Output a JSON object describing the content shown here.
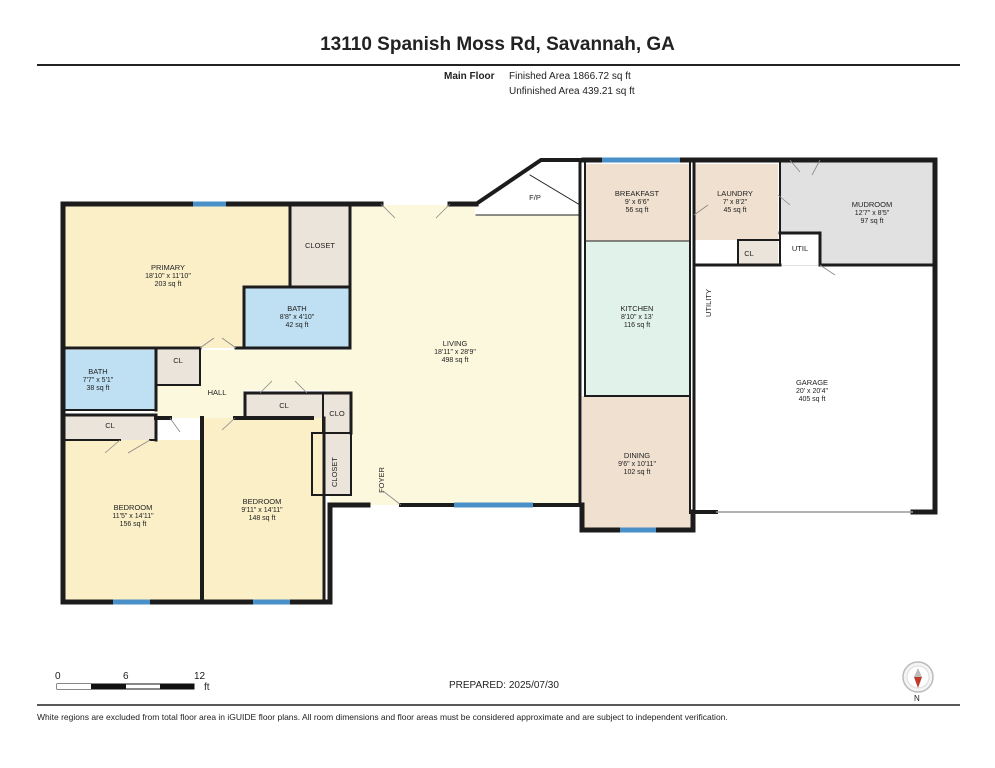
{
  "title": "13110 Spanish Moss Rd, Savannah, GA",
  "floor": {
    "name": "Main Floor",
    "finished": "Finished Area 1866.72 sq ft",
    "unfinished": "Unfinished Area 439.21 sq ft"
  },
  "rooms": {
    "primary": {
      "name": "PRIMARY",
      "dims": "18'10\" x 11'10\"",
      "area": "203 sq ft"
    },
    "bath1": {
      "name": "BATH",
      "dims": "8'8\" x 4'10\"",
      "area": "42 sq ft"
    },
    "bath2": {
      "name": "BATH",
      "dims": "7'7\" x 5'1\"",
      "area": "38 sq ft"
    },
    "living": {
      "name": "LIVING",
      "dims": "18'11\" x 28'9\"",
      "area": "498 sq ft"
    },
    "kitchen": {
      "name": "KITCHEN",
      "dims": "8'10\" x 13'",
      "area": "116 sq ft"
    },
    "breakfast": {
      "name": "BREAKFAST",
      "dims": "9' x 6'6\"",
      "area": "56 sq ft"
    },
    "laundry": {
      "name": "LAUNDRY",
      "dims": "7' x 8'2\"",
      "area": "45 sq ft"
    },
    "mudroom": {
      "name": "MUDROOM",
      "dims": "12'7\" x 8'5\"",
      "area": "97 sq ft"
    },
    "garage": {
      "name": "GARAGE",
      "dims": "20' x 20'4\"",
      "area": "405 sq ft"
    },
    "dining": {
      "name": "DINING",
      "dims": "9'6\" x 10'11\"",
      "area": "102 sq ft"
    },
    "bedroom1": {
      "name": "BEDROOM",
      "dims": "11'5\" x 14'11\"",
      "area": "156 sq ft"
    },
    "bedroom2": {
      "name": "BEDROOM",
      "dims": "9'11\" x 14'11\"",
      "area": "148 sq ft"
    }
  },
  "labels": {
    "closet": "CLOSET",
    "cl": "CL",
    "clo": "CLO",
    "hall": "HALL",
    "fp": "F/P",
    "util": "UTIL",
    "utility": "UTILITY",
    "foyer": "FOYER"
  },
  "scale": {
    "n0": "0",
    "n6": "6",
    "n12": "12",
    "unit": "ft"
  },
  "prepared": "PREPARED: 2025/07/30",
  "footer": "White regions are excluded from total floor area in iGUIDE floor plans. All room dimensions and floor areas must be considered approximate and are subject to independent verification.",
  "compass_label": "N",
  "colors": {
    "bedroom": "#fbefc8",
    "bath": "#bfdff3",
    "closet": "#ebe4da",
    "living": "#fbf8de",
    "kitchen": "#e0f2ea",
    "breakfast": "#efe0cf",
    "mudroom": "#e1e1e1",
    "window": "#4a90c8",
    "wall": "#1c1c1c"
  }
}
